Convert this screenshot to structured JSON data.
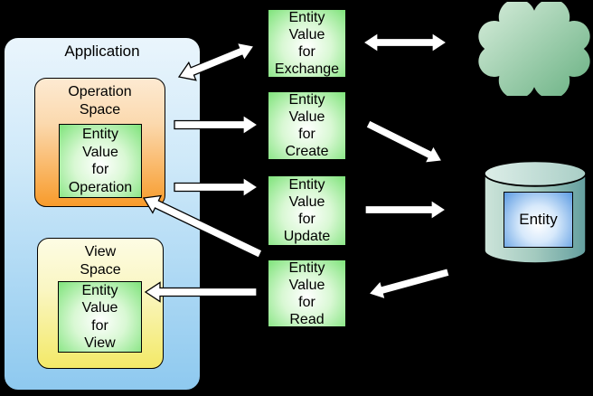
{
  "diagram": {
    "application": {
      "label": "Application",
      "operation_space": {
        "label": "Operation\nSpace",
        "entity_value": "Entity\nValue\nfor\nOperation"
      },
      "view_space": {
        "label": "View\nSpace",
        "entity_value": "Entity\nValue\nfor\nView"
      }
    },
    "entity_values": [
      {
        "id": "exchange",
        "label": "Entity\nValue\nfor\nExchange"
      },
      {
        "id": "create",
        "label": "Entity\nValue\nfor\nCreate"
      },
      {
        "id": "update",
        "label": "Entity\nValue\nfor\nUpdate"
      },
      {
        "id": "read",
        "label": "Entity\nValue\nfor\nRead"
      }
    ],
    "cloud": {
      "icon": "cloud-icon"
    },
    "database": {
      "icon": "database-icon",
      "entity_label": "Entity"
    },
    "colors": {
      "background": "#000000",
      "application_fill_top": "#eaf5fc",
      "application_fill_bottom": "#8ec9ef",
      "operation_space_top": "#fdead2",
      "operation_space_bottom": "#f89b2b",
      "view_space_top": "#fdfce4",
      "view_space_bottom": "#f3e967",
      "entity_value_center": "#ffffff",
      "entity_value_edge": "#7ee37a",
      "cloud_light": "#d7edda",
      "cloud_dark": "#6fb586",
      "database_light": "#cde4da",
      "database_dark": "#649f9f",
      "entity_center": "#ffffff",
      "entity_edge": "#5b9be2",
      "arrow_fill": "#ffffff",
      "arrow_outline": "#000000"
    }
  }
}
